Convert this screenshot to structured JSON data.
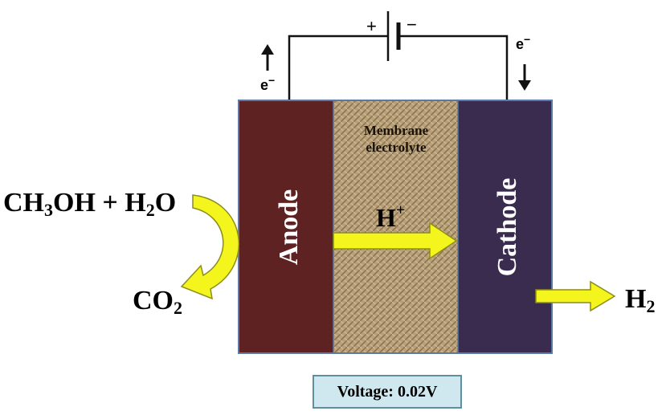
{
  "reactants": {
    "base1": "CH",
    "sub1": "3",
    "base2": "OH + H",
    "sub2": "2",
    "base3": "O"
  },
  "co2": {
    "base": "CO",
    "sub": "2"
  },
  "h2": {
    "base": "H",
    "sub": "2"
  },
  "proton": {
    "base": "H",
    "sup": "+"
  },
  "anode_label": "Anode",
  "cathode_label": "Cathode",
  "membrane_label": {
    "line1": "Membrane",
    "line2": "electrolyte"
  },
  "battery": {
    "plus": "+",
    "minus": "−"
  },
  "electron_left": {
    "base": "e",
    "sup": "−"
  },
  "electron_right": {
    "base": "e",
    "sup": "−"
  },
  "voltage_label": "Voltage: 0.02V",
  "colors": {
    "anode": "#5e2222",
    "cathode": "#3a2c4f",
    "membrane": "#b9a07a",
    "arrow_fill": "#f5f51e",
    "arrow_stroke": "#8c8c1c",
    "cell_border": "#5b79a8",
    "voltage_box": "#cfe7ee"
  }
}
